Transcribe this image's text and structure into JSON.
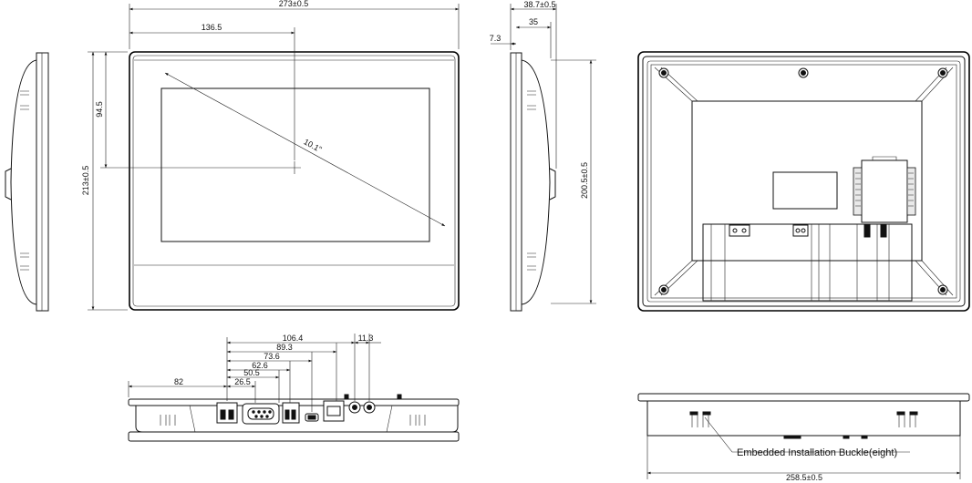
{
  "front_view": {
    "width_dim": "273±0.5",
    "center_dim": "136.5",
    "height_dim": "213±0.5",
    "half_height_dim": "94.5",
    "diagonal": "10.1\""
  },
  "side_view": {
    "depth_dim": "38.7±0.5",
    "inner_depth_dim": "35",
    "bezel_dim": "7.3",
    "cutout_height_dim": "200.5±0.5"
  },
  "bottom_view": {
    "dims": [
      "106.4",
      "89.3",
      "73.6",
      "62.6",
      "50.5",
      "26.5",
      "82",
      "11.3"
    ]
  },
  "install_view": {
    "cutout_width_dim": "258.5±0.5",
    "callout": "Embedded Installation Buckle(eight)"
  }
}
